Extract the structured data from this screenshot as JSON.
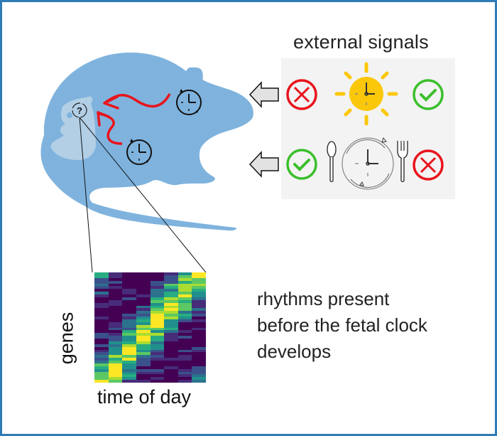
{
  "labels": {
    "external_signals": "external signals",
    "caption_lines": [
      "rhythms present",
      "before the fetal clock",
      "develops"
    ],
    "heatmap_x": "time of day",
    "heatmap_y": "genes",
    "fetal_clock_mark": "?"
  },
  "signals": [
    {
      "name": "light",
      "maternal_effect": "no",
      "fetal_effect": "yes",
      "icon": "sun-clock-icon"
    },
    {
      "name": "feeding",
      "maternal_effect": "yes",
      "fetal_effect": "no",
      "icon": "plate-clock-icon"
    }
  ],
  "colors": {
    "border": "#2e7bb6",
    "rat": "#7fb3de",
    "fetus": "#b2cfe6",
    "arrow_red": "#e8141c",
    "check_green": "#3bbf2c",
    "cross_red": "#e8141c",
    "sun": "#fbc70a",
    "signal_box": "#f3f3f3"
  },
  "heatmap": {
    "columns": 8,
    "rows": 40,
    "colormap": "viridis"
  }
}
